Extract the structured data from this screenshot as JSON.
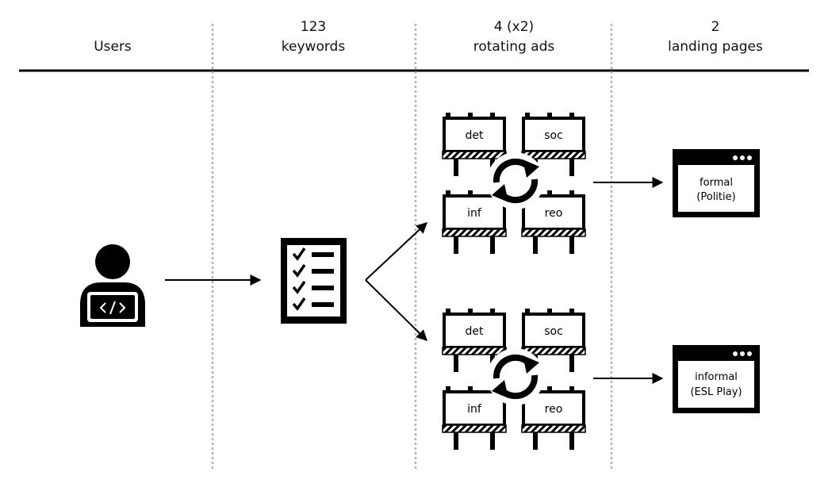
{
  "columns": [
    {
      "line1": "",
      "line2": "Users"
    },
    {
      "line1": "123",
      "line2": "keywords"
    },
    {
      "line1": "4 (x2)",
      "line2": "rotating ads"
    },
    {
      "line1": "2",
      "line2": "landing pages"
    }
  ],
  "user_icon": "user-at-laptop-code-icon",
  "keyword_icon": "checklist-icon",
  "rotate_icon": "rotate-arrows-icon",
  "ad_groups": [
    {
      "ads": [
        "det",
        "soc",
        "inf",
        "reo"
      ]
    },
    {
      "ads": [
        "det",
        "soc",
        "inf",
        "reo"
      ]
    }
  ],
  "landing_pages": [
    {
      "line1": "formal",
      "line2": "(Politie)"
    },
    {
      "line1": "informal",
      "line2": "(ESL Play)"
    }
  ]
}
